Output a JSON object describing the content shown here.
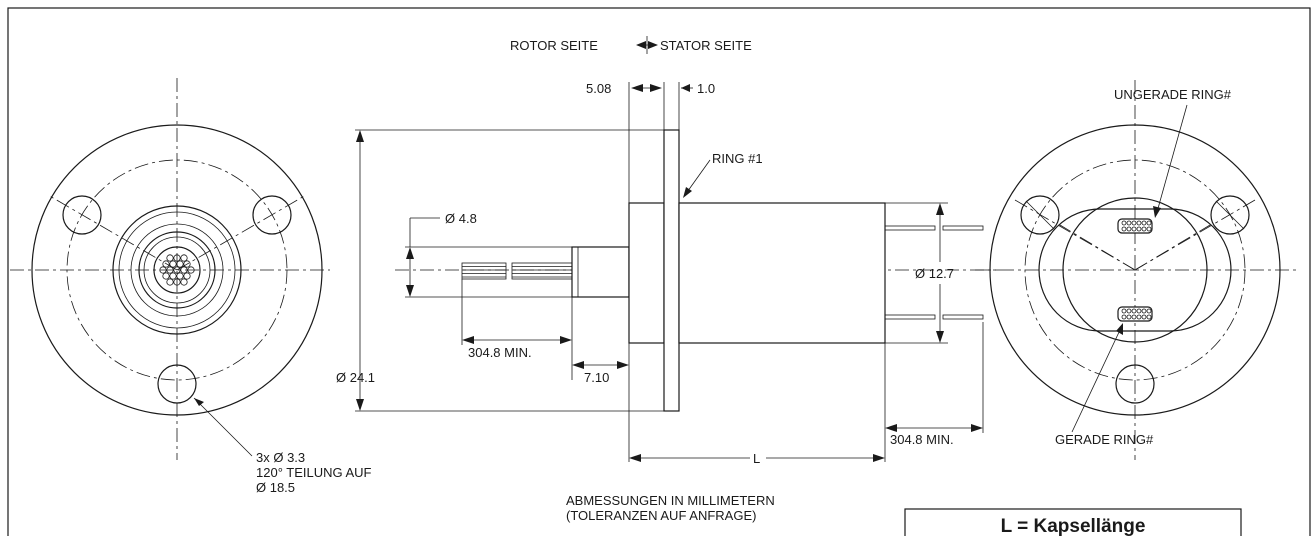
{
  "labels": {
    "rotor_side": "ROTOR SEITE",
    "stator_side": "STATOR SEITE",
    "dim_flange_offset": "5.08",
    "dim_flange_thickness": "1.0",
    "ring_one": "RING #1",
    "odd_ring": "UNGERADE RING#",
    "even_ring": "GERADE RING#",
    "dim_shaft_dia": "Ø 4.8",
    "dim_capsule_dia": "Ø 12.7",
    "dim_flange_dia": "Ø 24.1",
    "dim_lead_left": "304.8 MIN.",
    "dim_hub_length": "7.10",
    "dim_lead_right": "304.8 MIN.",
    "dim_length": "L",
    "holes_line1": "3x Ø 3.3",
    "holes_line2": "120° TEILUNG AUF",
    "holes_line3": "Ø 18.5",
    "units_line1": "ABMESSUNGEN IN MILLIMETERN",
    "units_line2": "(TOLERANZEN AUF ANFRAGE)",
    "legend_title": "L = Kapsellänge"
  }
}
